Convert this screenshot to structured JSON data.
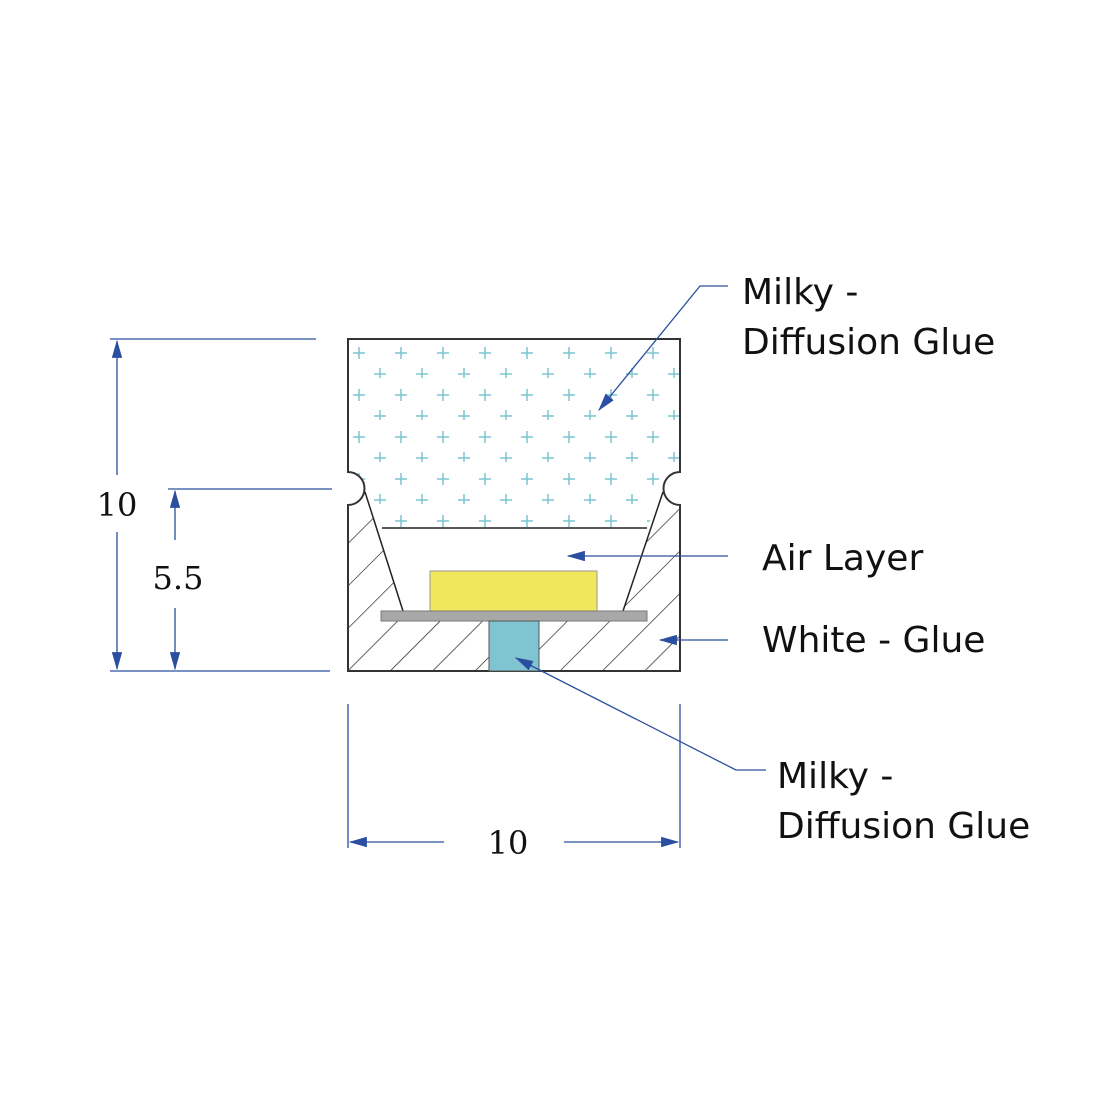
{
  "labels": {
    "top_glue_line1": "Milky -",
    "top_glue_line2": "Diffusion Glue",
    "air_layer": "Air Layer",
    "white_glue": "White - Glue",
    "bottom_glue_line1": "Milky -",
    "bottom_glue_line2": "Diffusion Glue"
  },
  "dimensions": {
    "height_total": "10",
    "height_lower": "5.5",
    "width_total": "10"
  },
  "colors": {
    "outline": "#333333",
    "dimension": "#2b4fa0",
    "chip": "#f0e85a",
    "pcb": "#a8a8a8",
    "bottom_glue": "#80c4d2",
    "cross_pattern": "#7cc4d0"
  }
}
